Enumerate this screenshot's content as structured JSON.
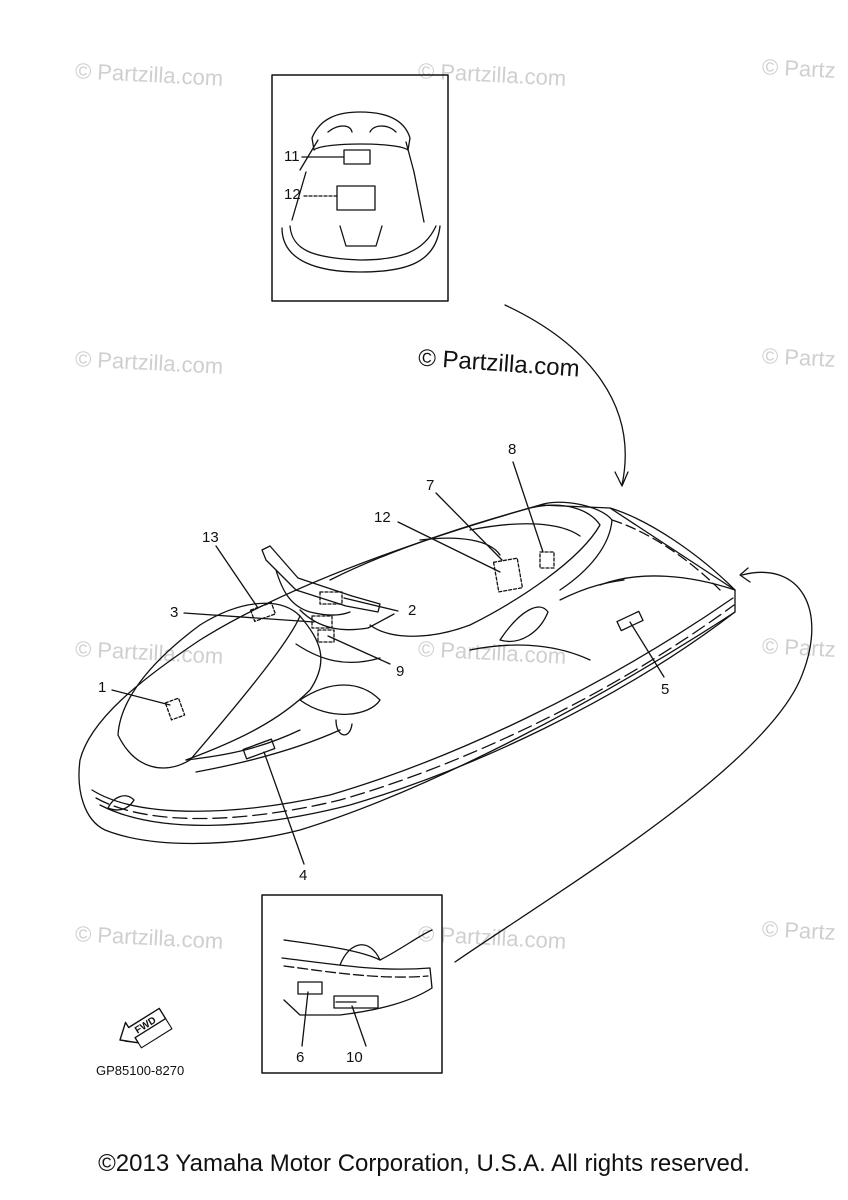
{
  "watermarks": {
    "text": "© Partzilla.com",
    "text_cut": "© Partz"
  },
  "callouts": {
    "c1": "1",
    "c2": "2",
    "c3": "3",
    "c4": "4",
    "c5": "5",
    "c6": "6",
    "c7": "7",
    "c8": "8",
    "c9": "9",
    "c10": "10",
    "c11": "11",
    "c12_inset": "12",
    "c12_main": "12",
    "c13": "13"
  },
  "fwd_label": "FWD",
  "diagram_code": "GP85100-8270",
  "copyright": "©2013 Yamaha Motor Corporation, U.S.A. All rights reserved."
}
